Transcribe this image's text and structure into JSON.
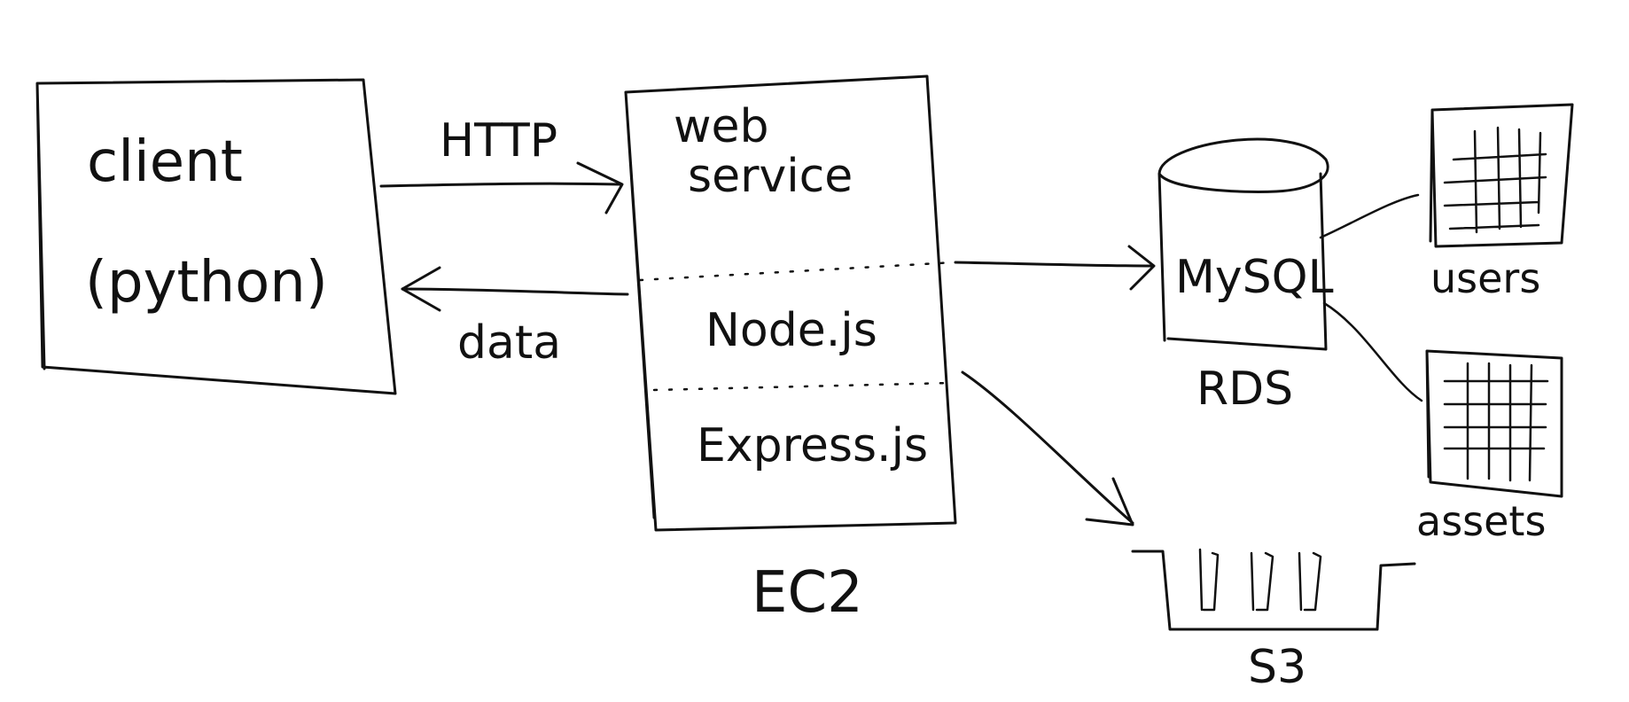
{
  "client": {
    "line1": "client",
    "line2": "(python)"
  },
  "edges": {
    "request_label": "HTTP",
    "response_label": "data"
  },
  "ec2": {
    "layers": [
      "web service",
      "Node.js",
      "Express.js"
    ],
    "web_line1": "web",
    "web_line2": "service",
    "caption": "EC2"
  },
  "rds": {
    "engine": "MySQL",
    "caption": "RDS"
  },
  "tables": {
    "users": "users",
    "assets": "assets"
  },
  "s3": {
    "caption": "S3"
  },
  "ink_color": "#111111"
}
